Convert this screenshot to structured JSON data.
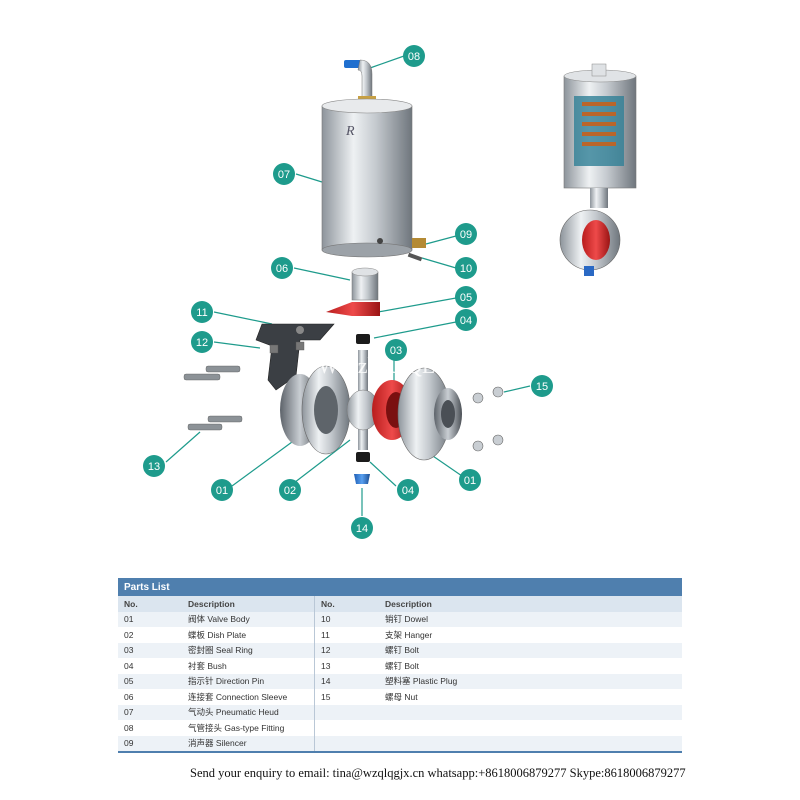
{
  "watermark": "Wenzhou QL Fluid",
  "callouts": [
    "08",
    "07",
    "09",
    "10",
    "06",
    "05",
    "04",
    "11",
    "12",
    "03",
    "15",
    "13",
    "01",
    "02",
    "04",
    "01",
    "14"
  ],
  "callout_color": "#1e9b8c",
  "parts_list": {
    "title": "Parts List",
    "col_no": "No.",
    "col_desc": "Description",
    "left": [
      {
        "no": "01",
        "desc": "阀体 Valve Body"
      },
      {
        "no": "02",
        "desc": "蝶板 Dish Plate"
      },
      {
        "no": "03",
        "desc": "密封圈 Seal Ring"
      },
      {
        "no": "04",
        "desc": "衬套 Bush"
      },
      {
        "no": "05",
        "desc": "指示针 Direction Pin"
      },
      {
        "no": "06",
        "desc": "连接套 Connection Sleeve"
      },
      {
        "no": "07",
        "desc": "气动头 Pneumatic Heud"
      },
      {
        "no": "08",
        "desc": "气管接头 Gas-type Fitting"
      },
      {
        "no": "09",
        "desc": "消声器 Silencer"
      }
    ],
    "right": [
      {
        "no": "10",
        "desc": "销钉 Dowel"
      },
      {
        "no": "11",
        "desc": "支架 Hanger"
      },
      {
        "no": "12",
        "desc": "螺钉 Bolt"
      },
      {
        "no": "13",
        "desc": "螺钉 Bolt"
      },
      {
        "no": "14",
        "desc": "塑料塞 Plastic Plug"
      },
      {
        "no": "15",
        "desc": "螺母 Nut"
      }
    ]
  },
  "footer": "Send your enquiry to email: tina@wzqlqgjx.cn  whatsapp:+8618006879277 Skype:8618006879277"
}
